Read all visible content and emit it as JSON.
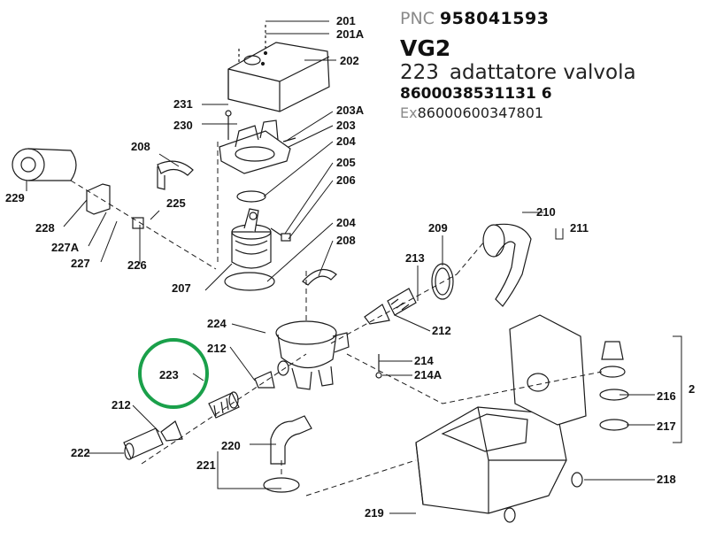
{
  "header": {
    "pnc_label": "PNC",
    "pnc_number": "958041593",
    "model": "VG2",
    "part_number": "223",
    "part_name": "adattatore valvola",
    "code": "8600038531131 6",
    "ex_label": "Ex",
    "ex_code": "86000600347801"
  },
  "highlight": {
    "part": "223",
    "color": "#1aa04a"
  },
  "labels": {
    "201": "201",
    "201A": "201A",
    "202": "202",
    "203A": "203A",
    "203": "203",
    "204a": "204",
    "205": "205",
    "206": "206",
    "204b": "204",
    "208a": "208",
    "208b": "208",
    "209": "209",
    "210": "210",
    "211": "211",
    "212a": "212",
    "212b": "212",
    "212c": "212",
    "213": "213",
    "214": "214",
    "214A": "214A",
    "216": "216",
    "217": "217",
    "218": "218",
    "219": "219",
    "220": "220",
    "221": "221",
    "222": "222",
    "223": "223",
    "224": "224",
    "225": "225",
    "226": "226",
    "227": "227",
    "227A": "227A",
    "228": "228",
    "229": "229",
    "230": "230",
    "231": "231",
    "207": "207",
    "2": "2"
  }
}
